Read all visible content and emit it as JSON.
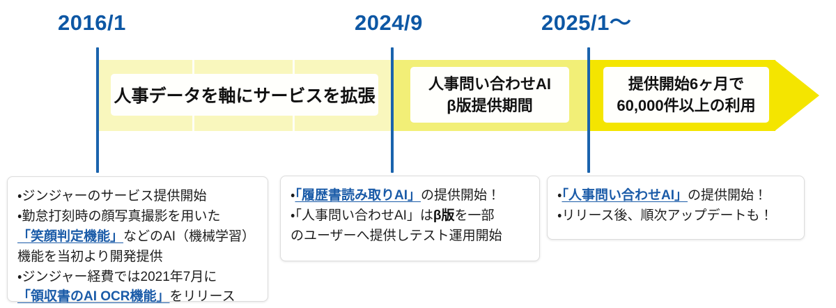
{
  "timeline": {
    "milestones": [
      {
        "date": "2016/1"
      },
      {
        "date": "2024/9"
      },
      {
        "date": "2025/1〜"
      }
    ],
    "banners": [
      {
        "line1": "人事データを軸にサービスを拡張",
        "color": "#f9f7bd"
      },
      {
        "line1": "人事問い合わせAI",
        "line2": "β版提供期間",
        "color": "#f2ef77"
      },
      {
        "line1": "提供開始6ヶ月で",
        "line2": "60,000件以上の利用",
        "color": "#f4e500"
      }
    ],
    "details": [
      {
        "lines": [
          {
            "prefix": "・ジンジャーのサービス提供開始"
          },
          {
            "prefix": "・勤怠打刻時の顔写真撮影を用いた"
          },
          {
            "link": "「笑顔判定機能」",
            "suffix": "などのAI（機械学習）"
          },
          {
            "prefix": "機能を当初より開発提供"
          },
          {
            "prefix": "・ジンジャー経費では2021年7月に"
          },
          {
            "link": "「領収書のAI OCR機能」",
            "suffix": "をリリース"
          }
        ]
      },
      {
        "lines": [
          {
            "prefix": "・",
            "link": "「履歴書読み取りAI」",
            "suffix": "の提供開始！"
          },
          {
            "prefix": "・「人事問い合わせAI」は",
            "strong": "β版",
            "suffix": "を一部"
          },
          {
            "prefix": "のユーザーへ提供しテスト運用開始"
          }
        ]
      },
      {
        "lines": [
          {
            "prefix": "・",
            "link": "「人事問い合わせAI」",
            "suffix": "の提供開始！"
          },
          {
            "prefix": "・リリース後、順次アップデートも！"
          }
        ]
      }
    ]
  },
  "colors": {
    "accent_blue": "#0d57a4",
    "axis_blue": "#1a63ad",
    "link_blue": "#1a5ba8",
    "band_pale": "#f9f7bd",
    "band_mid": "#f2ef77",
    "band_bright": "#f4e500"
  }
}
